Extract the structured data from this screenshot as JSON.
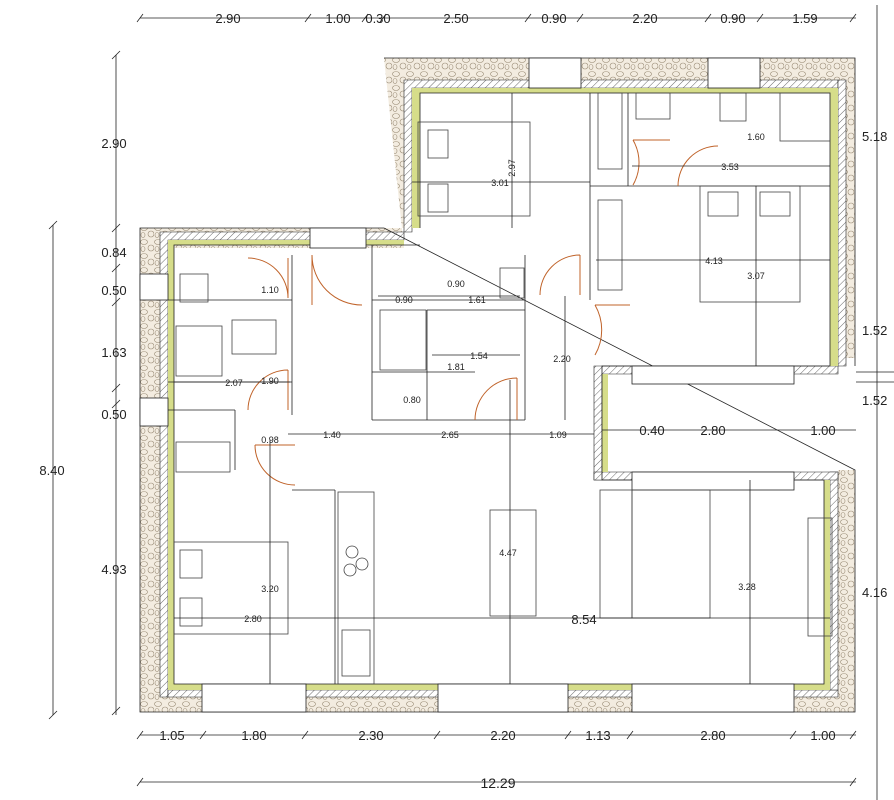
{
  "top_dims": [
    "2.90",
    "1.00",
    "0.30",
    "2.50",
    "0.90",
    "2.20",
    "0.90",
    "1.59"
  ],
  "bottom_dims": [
    "1.05",
    "1.80",
    "2.30",
    "2.20",
    "1.13",
    "2.80",
    "1.00"
  ],
  "overall_width": "12.29",
  "left_dims": [
    "2.90",
    "0.84",
    "0.50",
    "1.63",
    "0.50",
    "4.93"
  ],
  "left_total": "8.40",
  "right_dims": [
    "5.18",
    "1.52",
    "1.52",
    "4.16"
  ],
  "room_labels": {
    "bed_top_width": "3.01",
    "bed_top_depth": "2.97",
    "bath_top": "1.60",
    "corridor_top": "3.53",
    "master_width": "4.13",
    "master_depth": "3.07",
    "wc_left": "1.10",
    "hall_090": "0.90",
    "hall_090b": "0.90",
    "hall_161": "1.61",
    "closet_154": "1.54",
    "closet_181": "1.81",
    "hall_220": "2.20",
    "closet_080": "0.80",
    "bath_left_207": "2.07",
    "bath_left_190": "1.90",
    "niche_040": "0.40",
    "niche_280": "2.80",
    "niche_100": "1.00",
    "living_098": "0.98",
    "living_140": "1.40",
    "living_265": "2.65",
    "living_109": "1.09",
    "dining_447": "4.47",
    "bed_left_320": "3.20",
    "bed_left_280": "2.80",
    "living_854": "8.54",
    "lounge_328": "3.28"
  }
}
